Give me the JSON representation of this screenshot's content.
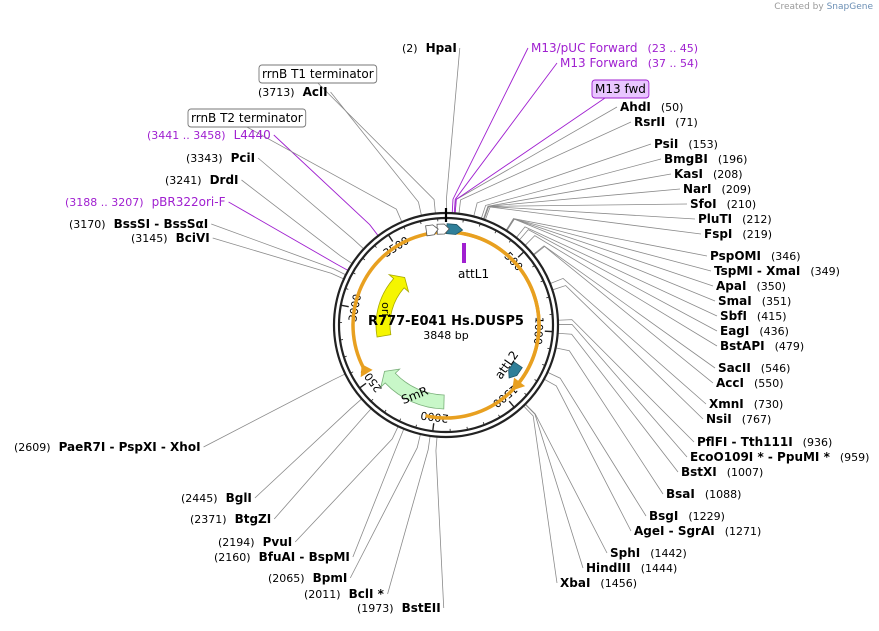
{
  "credit": {
    "prefix": "Created by",
    "brand": "SnapGene"
  },
  "plasmid": {
    "name": "R777-E041 Hs.DUSP5",
    "length": "3848 bp"
  },
  "ticks": [
    "500",
    "1000",
    "1500",
    "2000",
    "2500",
    "3000",
    "3500"
  ],
  "features": {
    "attL1": "attL1",
    "attL2": "attL2",
    "SmR": "SmR",
    "ori": "ori"
  },
  "labels": [
    {
      "pos": "(2)",
      "name": "HpaI",
      "kind": "site",
      "side": "left"
    },
    {
      "pos": "(50)",
      "name": "AhdI",
      "kind": "site",
      "side": "right"
    },
    {
      "pos": "(71)",
      "name": "RsrII",
      "kind": "site",
      "side": "right"
    },
    {
      "pos": "(153)",
      "name": "PsiI",
      "kind": "site",
      "side": "right"
    },
    {
      "pos": "(196)",
      "name": "BmgBI",
      "kind": "site",
      "side": "right"
    },
    {
      "pos": "(208)",
      "name": "KasI",
      "kind": "site",
      "side": "right"
    },
    {
      "pos": "(209)",
      "name": "NarI",
      "kind": "site",
      "side": "right"
    },
    {
      "pos": "(210)",
      "name": "SfoI",
      "kind": "site",
      "side": "right"
    },
    {
      "pos": "(212)",
      "name": "PluTI",
      "kind": "site",
      "side": "right"
    },
    {
      "pos": "(219)",
      "name": "FspI",
      "kind": "site",
      "side": "right"
    },
    {
      "pos": "(346)",
      "name": "PspOMI",
      "kind": "site",
      "side": "right"
    },
    {
      "pos": "(349)",
      "name": "TspMI - XmaI",
      "kind": "site",
      "side": "right"
    },
    {
      "pos": "(350)",
      "name": "ApaI",
      "kind": "site",
      "side": "right"
    },
    {
      "pos": "(351)",
      "name": "SmaI",
      "kind": "site",
      "side": "right"
    },
    {
      "pos": "(415)",
      "name": "SbfI",
      "kind": "site",
      "side": "right"
    },
    {
      "pos": "(436)",
      "name": "EagI",
      "kind": "site",
      "side": "right"
    },
    {
      "pos": "(479)",
      "name": "BstAPI",
      "kind": "site",
      "side": "right"
    },
    {
      "pos": "(546)",
      "name": "SacII",
      "kind": "site",
      "side": "right"
    },
    {
      "pos": "(550)",
      "name": "AccI",
      "kind": "site",
      "side": "right"
    },
    {
      "pos": "(730)",
      "name": "XmnI",
      "kind": "site",
      "side": "right"
    },
    {
      "pos": "(767)",
      "name": "NsiI",
      "kind": "site",
      "side": "right"
    },
    {
      "pos": "(936)",
      "name": "PflFI - Tth111I",
      "kind": "site",
      "side": "right"
    },
    {
      "pos": "(959)",
      "name": "EcoO109I * - PpuMI *",
      "kind": "site",
      "side": "right"
    },
    {
      "pos": "(1007)",
      "name": "BstXI",
      "kind": "site",
      "side": "right"
    },
    {
      "pos": "(1088)",
      "name": "BsaI",
      "kind": "site",
      "side": "right"
    },
    {
      "pos": "(1229)",
      "name": "BsgI",
      "kind": "site",
      "side": "right"
    },
    {
      "pos": "(1271)",
      "name": "AgeI - SgrAI",
      "kind": "site",
      "side": "right"
    },
    {
      "pos": "(1442)",
      "name": "SphI",
      "kind": "site",
      "side": "right"
    },
    {
      "pos": "(1444)",
      "name": "HindIII",
      "kind": "site",
      "side": "right"
    },
    {
      "pos": "(1456)",
      "name": "XbaI",
      "kind": "site",
      "side": "right"
    },
    {
      "pos": "(1973)",
      "name": "BstEII",
      "kind": "site",
      "side": "left"
    },
    {
      "pos": "(2011)",
      "name": "BclI *",
      "kind": "site",
      "side": "left"
    },
    {
      "pos": "(2065)",
      "name": "BpmI",
      "kind": "site",
      "side": "left"
    },
    {
      "pos": "(2160)",
      "name": "BfuAI - BspMI",
      "kind": "site",
      "side": "left"
    },
    {
      "pos": "(2194)",
      "name": "PvuI",
      "kind": "site",
      "side": "left"
    },
    {
      "pos": "(2371)",
      "name": "BtgZI",
      "kind": "site",
      "side": "left"
    },
    {
      "pos": "(2445)",
      "name": "BglI",
      "kind": "site",
      "side": "left"
    },
    {
      "pos": "(2609)",
      "name": "PaeR7I - PspXI - XhoI",
      "kind": "site",
      "side": "left"
    },
    {
      "pos": "(3145)",
      "name": "BciVI",
      "kind": "site",
      "side": "left"
    },
    {
      "pos": "(3170)",
      "name": "BssSI - BssSαI",
      "kind": "site",
      "side": "left"
    },
    {
      "pos": "(3188 .. 3207)",
      "name": "pBR322ori-F",
      "kind": "primer",
      "side": "left"
    },
    {
      "pos": "(3241)",
      "name": "DrdI",
      "kind": "site",
      "side": "left"
    },
    {
      "pos": "(3343)",
      "name": "PciI",
      "kind": "site",
      "side": "left"
    },
    {
      "pos": "(3441 .. 3458)",
      "name": "L4440",
      "kind": "primer",
      "side": "left"
    },
    {
      "pos": "",
      "name": "rrnB T2 terminator",
      "kind": "box",
      "side": "left"
    },
    {
      "pos": "(3713)",
      "name": "AclI",
      "kind": "site",
      "side": "left"
    },
    {
      "pos": "",
      "name": "rrnB T1 terminator",
      "kind": "box",
      "side": "left"
    },
    {
      "pos": "(23 .. 45)",
      "name": "M13/pUC Forward",
      "kind": "primer",
      "side": "right"
    },
    {
      "pos": "(37 .. 54)",
      "name": "M13 Forward",
      "kind": "primer",
      "side": "right"
    },
    {
      "pos": "",
      "name": "M13 fwd",
      "kind": "pbox",
      "side": "right"
    }
  ],
  "colors": {
    "backbone": "#222222",
    "orf_arrow": "#e8a020",
    "att_site": "#2f7f99",
    "SmR": "#c8f7c8",
    "ori": "#f5f500",
    "primer": "#a020d0",
    "primer_box": "#e9c6ff"
  }
}
